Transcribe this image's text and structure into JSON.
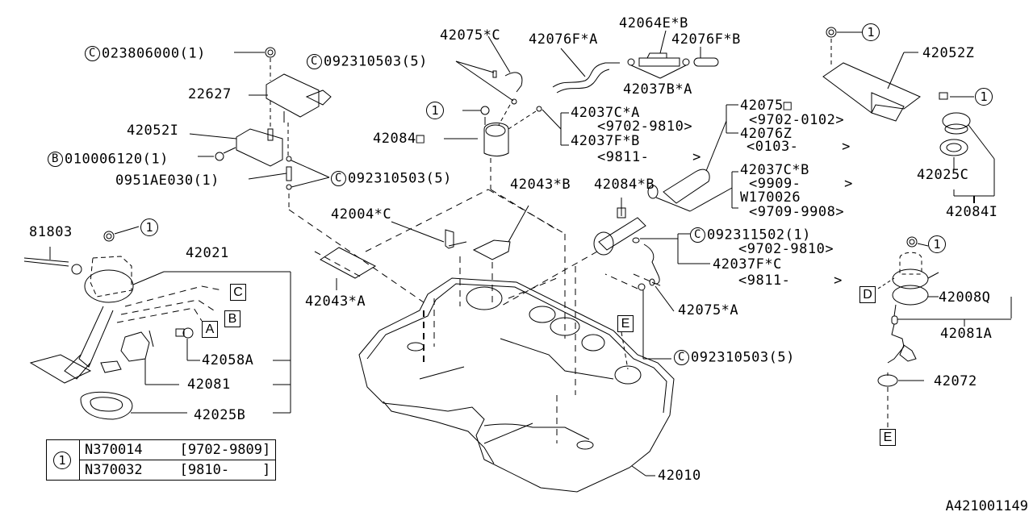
{
  "diagram": {
    "title": "Fuel Tank Parts Diagram",
    "document_id": "A421001149",
    "parts": {
      "p023806000": {
        "ref": "C",
        "label": "023806000(1)"
      },
      "p22627": {
        "label": "22627"
      },
      "p42052I": {
        "label": "42052I"
      },
      "p010006120": {
        "ref": "B",
        "label": "010006120(1)"
      },
      "p0951AE030": {
        "label": "0951AE030(1)"
      },
      "p092310503_a": {
        "ref": "C",
        "label": "092310503(5)"
      },
      "p092310503_b": {
        "ref": "C",
        "label": "092310503(5)"
      },
      "p092310503_c": {
        "ref": "C",
        "label": "092310503(5)"
      },
      "p42075C": {
        "label": "42075*C"
      },
      "p42076FA": {
        "label": "42076F*A"
      },
      "p42064EB": {
        "label": "42064E*B"
      },
      "p42076FB": {
        "label": "42076F*B"
      },
      "p42037BA": {
        "label": "42037B*A"
      },
      "p42084O": {
        "label": "42084□"
      },
      "p42037CA": {
        "label": "42037C*A",
        "range": "<9702-9810>"
      },
      "p42037FB": {
        "label": "42037F*B",
        "range": "<9811-     >"
      },
      "p42075O": {
        "label": "42075□",
        "range": "<9702-0102>"
      },
      "p42076Z": {
        "label": "42076Z",
        "range": "<0103-     >"
      },
      "p42037CB": {
        "label": "42037C*B",
        "range": "<9909-     >"
      },
      "pW170026": {
        "label": "W170026",
        "range": "<9709-9908>"
      },
      "p42052Z": {
        "label": "42052Z"
      },
      "p42025C": {
        "label": "42025C"
      },
      "p42084I": {
        "label": "42084I"
      },
      "p42043B": {
        "label": "42043*B"
      },
      "p42084B": {
        "label": "42084*B"
      },
      "p42004C": {
        "label": "42004*C"
      },
      "p42043A": {
        "label": "42043*A"
      },
      "p092311502": {
        "ref": "C",
        "label": "092311502(1)",
        "range": "<9702-9810>"
      },
      "p42037FC": {
        "label": "42037F*C",
        "range": "<9811-     >"
      },
      "p42075A": {
        "label": "42075*A"
      },
      "p81803": {
        "label": "81803"
      },
      "p42021": {
        "label": "42021"
      },
      "p42058A": {
        "label": "42058A"
      },
      "p42081": {
        "label": "42081"
      },
      "p42025B": {
        "label": "42025B"
      },
      "p42010": {
        "label": "42010"
      },
      "p42008Q": {
        "label": "42008Q"
      },
      "p42081A": {
        "label": "42081A"
      },
      "p42072": {
        "label": "42072"
      }
    },
    "callouts": {
      "one": "1",
      "A": "A",
      "B": "B",
      "C": "C",
      "D": "D",
      "E": "E"
    },
    "legend": {
      "symbol": "1",
      "rows": [
        {
          "part": "N370014",
          "range": "[9702-9809]"
        },
        {
          "part": "N370032",
          "range": "[9810-    ]"
        }
      ]
    }
  }
}
